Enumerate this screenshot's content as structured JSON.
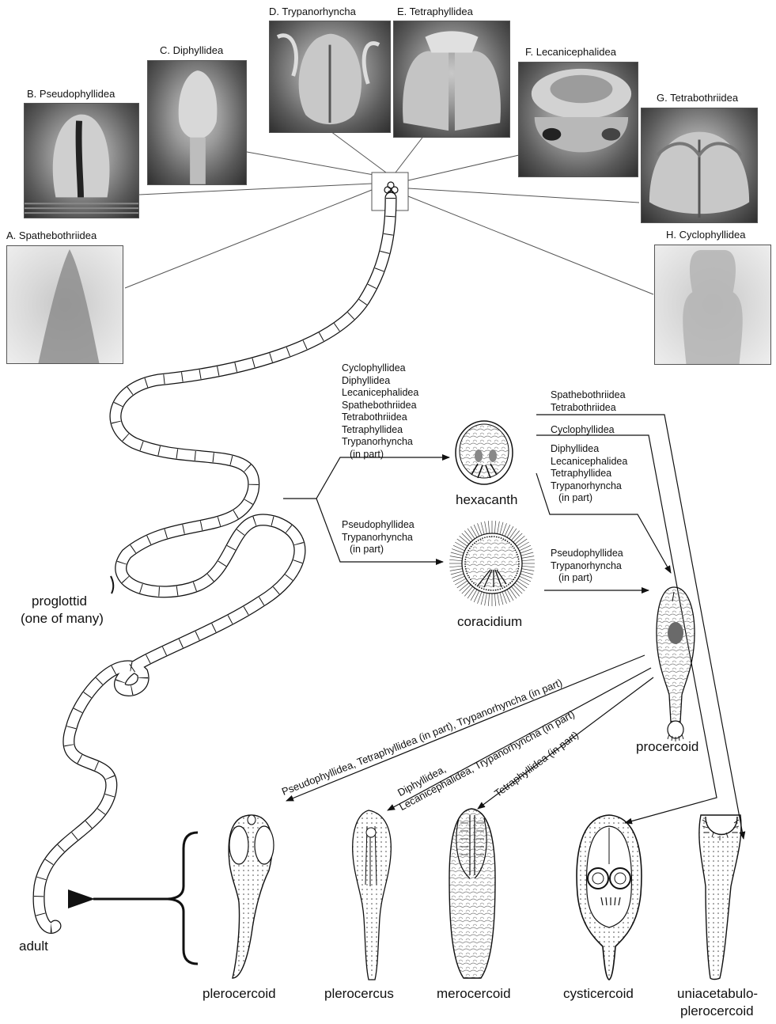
{
  "photos": {
    "a": "A. Spathebothriidea",
    "b": "B. Pseudophyllidea",
    "c": "C. Diphyllidea",
    "d": "D. Trypanorhyncha",
    "e": "E. Tetraphyllidea",
    "f": "F. Lecanicephalidea",
    "g": "G. Tetrabothriidea",
    "h": "H. Cyclophyllidea"
  },
  "hexacanth_groups": [
    "Cyclophyllidea",
    "Diphyllidea",
    "Lecanicephalidea",
    "Spathebothriidea",
    "Tetrabothriidea",
    "Tetraphyllidea",
    "Trypanorhyncha",
    "(in part)"
  ],
  "coracidium_groups": [
    "Pseudophyllidea",
    "Trypanorhyncha",
    "(in part)"
  ],
  "hex_branch_a": [
    "Spathebothriidea",
    "Tetrabothriidea"
  ],
  "hex_branch_b": "Cyclophyllidea",
  "hex_branch_c": [
    "Diphyllidea",
    "Lecanicephalidea",
    "Tetraphyllidea",
    "Trypanorhyncha",
    "(in part)"
  ],
  "cor_branch": [
    "Pseudophyllidea",
    "Trypanorhyncha",
    "(in part)"
  ],
  "stages": {
    "hexacanth": "hexacanth",
    "coracidium": "coracidium",
    "procercoid": "procercoid",
    "plerocercoid": "plerocercoid",
    "plerocercus": "plerocercus",
    "merocercoid": "merocercoid",
    "cysticercoid": "cysticercoid",
    "uniacetabulo1": "uniacetabulo-",
    "uniacetabulo2": "plerocercoid",
    "adult": "adult"
  },
  "proglottid": [
    "proglottid",
    "(one of many)"
  ],
  "diag_labels": {
    "d1": "Pseudophyllidea, Tetraphyllidea (in part), Trypanorhyncha (in part)",
    "d2a": "Diphyllidea,",
    "d2b": "Lecanicephalidea, Trypanorhyncha (in part)",
    "d3": "Tetraphyllidea (in part)"
  }
}
